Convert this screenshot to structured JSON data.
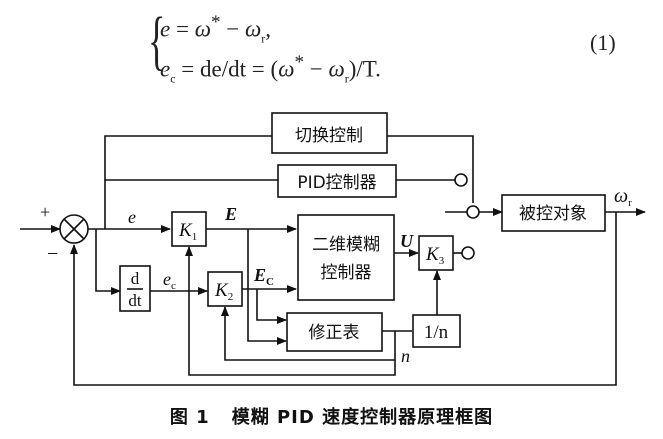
{
  "equation": {
    "line1": {
      "lhs": "e",
      "rhs_a": "ω",
      "rhs_a_sup": "*",
      "op": "−",
      "rhs_b": "ω",
      "rhs_b_sub": "r",
      "end": ","
    },
    "line2": {
      "lhs": "e",
      "lhs_sub": "c",
      "mid": "de/dt",
      "rhs_open": "(",
      "rhs_a": "ω",
      "rhs_a_sup": "*",
      "op": "−",
      "rhs_b": "ω",
      "rhs_b_sub": "r",
      "rhs_close": ")/T",
      "end": "."
    },
    "number": "(1)"
  },
  "diagram": {
    "blocks": {
      "switch_control": "切换控制",
      "pid_controller": "PID控制器",
      "plant": "被控对象",
      "k1": "K",
      "k1_sub": "1",
      "k2": "K",
      "k2_sub": "2",
      "k3": "K",
      "k3_sub": "3",
      "fuzzy_line1": "二维模糊",
      "fuzzy_line2": "控制器",
      "correction_table": "修正表",
      "inverse_n": "1/n",
      "deriv_num": "d",
      "deriv_den": "dt"
    },
    "signals": {
      "plus": "+",
      "minus": "−",
      "e": "e",
      "ec": "e",
      "ec_sub": "c",
      "E": "E",
      "Ec": "E",
      "Ec_sub": "C",
      "U": "U",
      "n": "n",
      "omega": "ω",
      "omega_sub": "r"
    }
  },
  "caption": {
    "number": "图 1",
    "title": "模糊 PID 速度控制器原理框图"
  }
}
